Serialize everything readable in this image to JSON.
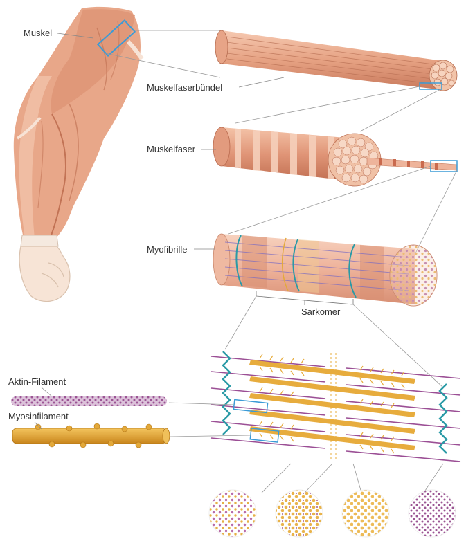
{
  "labels": {
    "muskel": "Muskel",
    "muskelfaserbuendel": "Muskelfaserbündel",
    "muskelfaser": "Muskelfaser",
    "myofibrille": "Myofibrille",
    "sarkomer": "Sarkomer",
    "aktin": "Aktin-Filament",
    "myosin": "Myosinfilament"
  },
  "colors": {
    "muscle": "#e8a78a",
    "muscle_dark": "#c9785c",
    "muscle_light": "#f3c6ae",
    "skin": "#f6e3d4",
    "actin": "#9b4f95",
    "myosin": "#e3a93a",
    "zline": "#2a9aa6",
    "highlight_box": "#3b9bd6",
    "leader": "#888888"
  }
}
